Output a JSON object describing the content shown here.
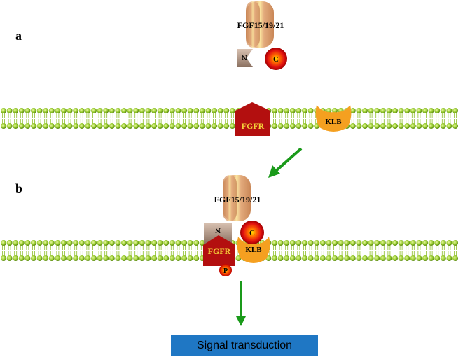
{
  "panels": {
    "a": {
      "label": "a",
      "ligand": "FGF15/19/21",
      "n_domain": "N",
      "c_domain": "C",
      "receptor": "FGFR",
      "coreceptor": "KLB"
    },
    "b": {
      "label": "b",
      "ligand": "FGF15/19/21",
      "n_domain": "N",
      "c_domain": "C",
      "receptor": "FGFR",
      "coreceptor": "KLB",
      "phospho": "P"
    }
  },
  "output": {
    "signal": "Signal transduction"
  },
  "colors": {
    "membrane_head": "#9acd32",
    "receptor": "#b30f0f",
    "coreceptor": "#f5a020",
    "ligand": "#d99a6c",
    "arrow": "#1a9a1a",
    "signal_box": "#1f77c4"
  }
}
